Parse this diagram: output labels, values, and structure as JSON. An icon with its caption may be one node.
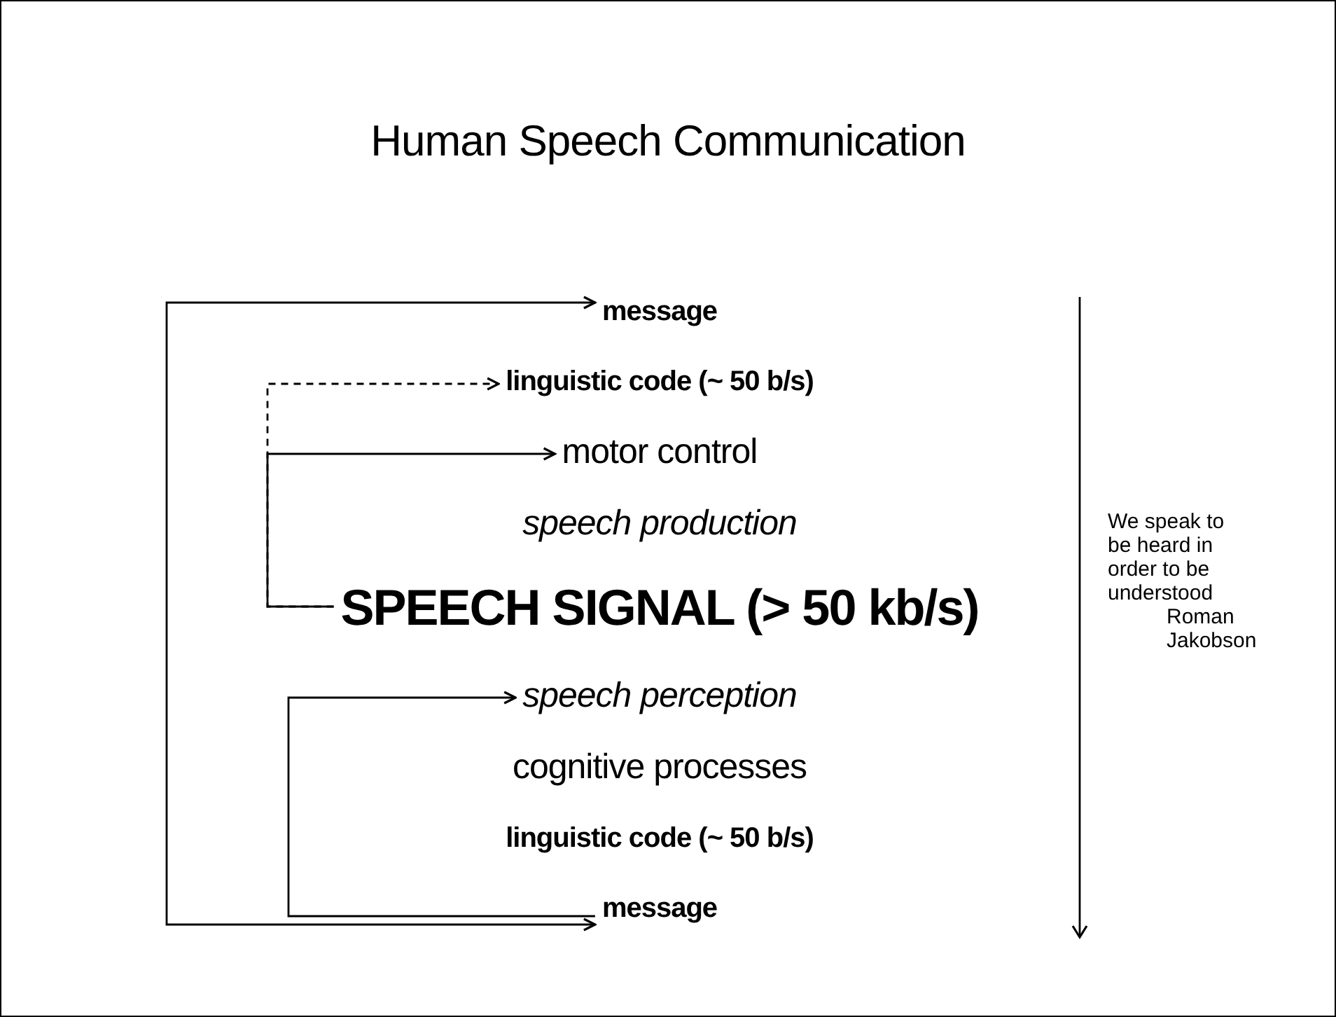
{
  "diagram": {
    "title": "Human Speech Communication",
    "nodes": [
      {
        "text": [
          "message"
        ]
      },
      {
        "text": [
          "linguistic code (~ 50 b/s)"
        ]
      },
      {
        "text": [
          "motor control"
        ]
      },
      {
        "text": [
          "speech production"
        ]
      },
      {
        "text": [
          "SPEECH SIGNAL (> 50 kb/s)"
        ]
      },
      {
        "text": [
          "speech perception"
        ]
      },
      {
        "text": [
          "cognitive processes"
        ]
      },
      {
        "text": [
          "linguistic code (~ 50 b/s)"
        ]
      },
      {
        "text": [
          "message"
        ]
      }
    ],
    "edges": [
      {
        "from": 8,
        "to": 0,
        "arrow": "both"
      },
      {
        "from": 4,
        "to": 2,
        "arrow": "to"
      },
      {
        "from": 4,
        "to": 1,
        "arrow": "to",
        "style": "dashed"
      },
      {
        "from": 8,
        "to": 5,
        "arrow": "to"
      }
    ],
    "labels": [
      "We speak to be heard in order to be understood",
      "Roman Jakobson"
    ]
  }
}
